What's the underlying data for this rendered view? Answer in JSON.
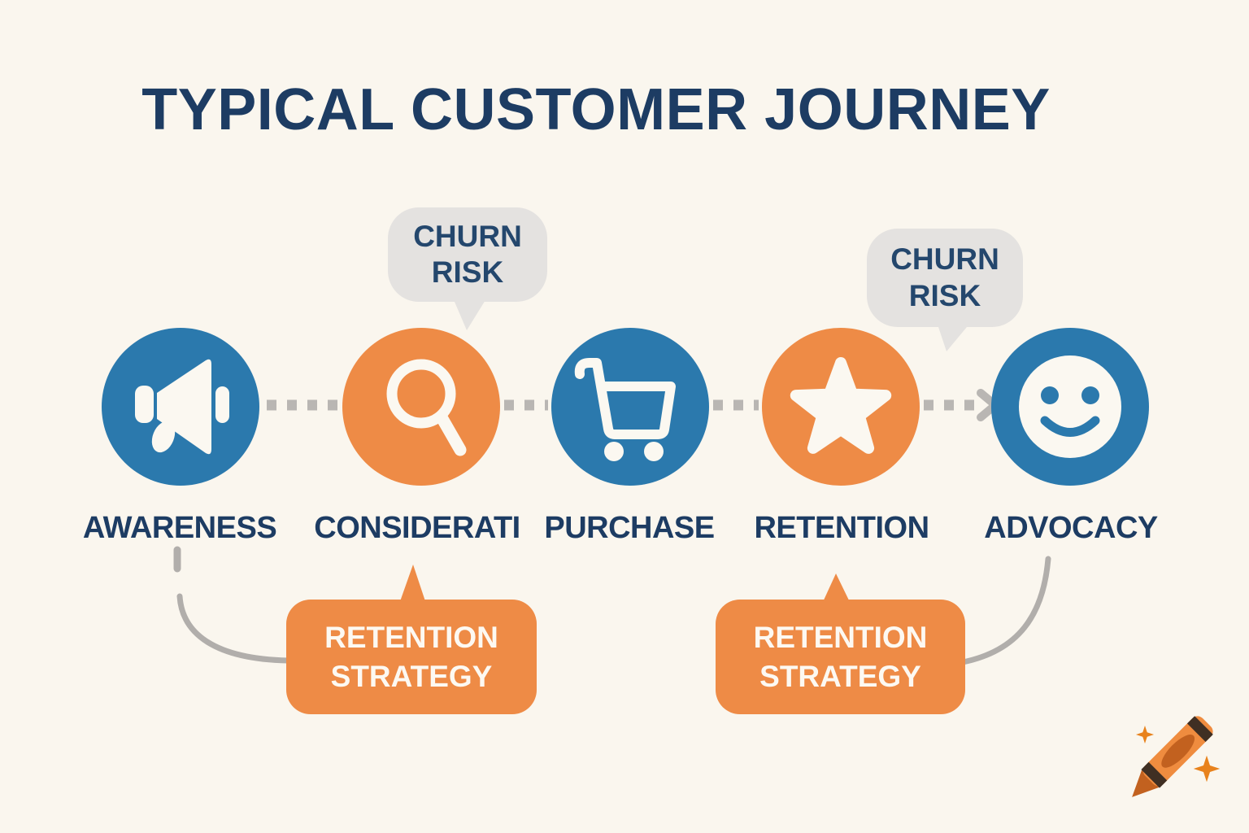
{
  "title": "TYPICAL CUSTOMER JOURNEY",
  "stages": [
    {
      "label": "AWARENESS",
      "icon": "megaphone-icon"
    },
    {
      "label": "CONSIDERATI",
      "icon": "magnifier-icon"
    },
    {
      "label": "PURCHASE",
      "icon": "cart-icon"
    },
    {
      "label": "RETENTION",
      "icon": "star-icon"
    },
    {
      "label": "ADVOCACY",
      "icon": "smiley-icon"
    }
  ],
  "churn_bubbles": [
    {
      "text": "CHURN RISK"
    },
    {
      "text": "CHURN RISK"
    }
  ],
  "strategy_boxes": [
    {
      "text": "RETENTION STRATEGY"
    },
    {
      "text": "RETENTION STRATEGY"
    }
  ],
  "watermark": {
    "icon": "crayon-logo"
  },
  "colors": {
    "background": "#faf6ee",
    "navy_text": "#1d3c63",
    "stage_blue": "#2b79ad",
    "stage_orange": "#ee8b46",
    "bubble_gray": "#e4e2e0",
    "connector_gray": "#b3b0ad",
    "icon_white": "#fbf8f1",
    "crayon_orange": "#ef8c3f"
  }
}
